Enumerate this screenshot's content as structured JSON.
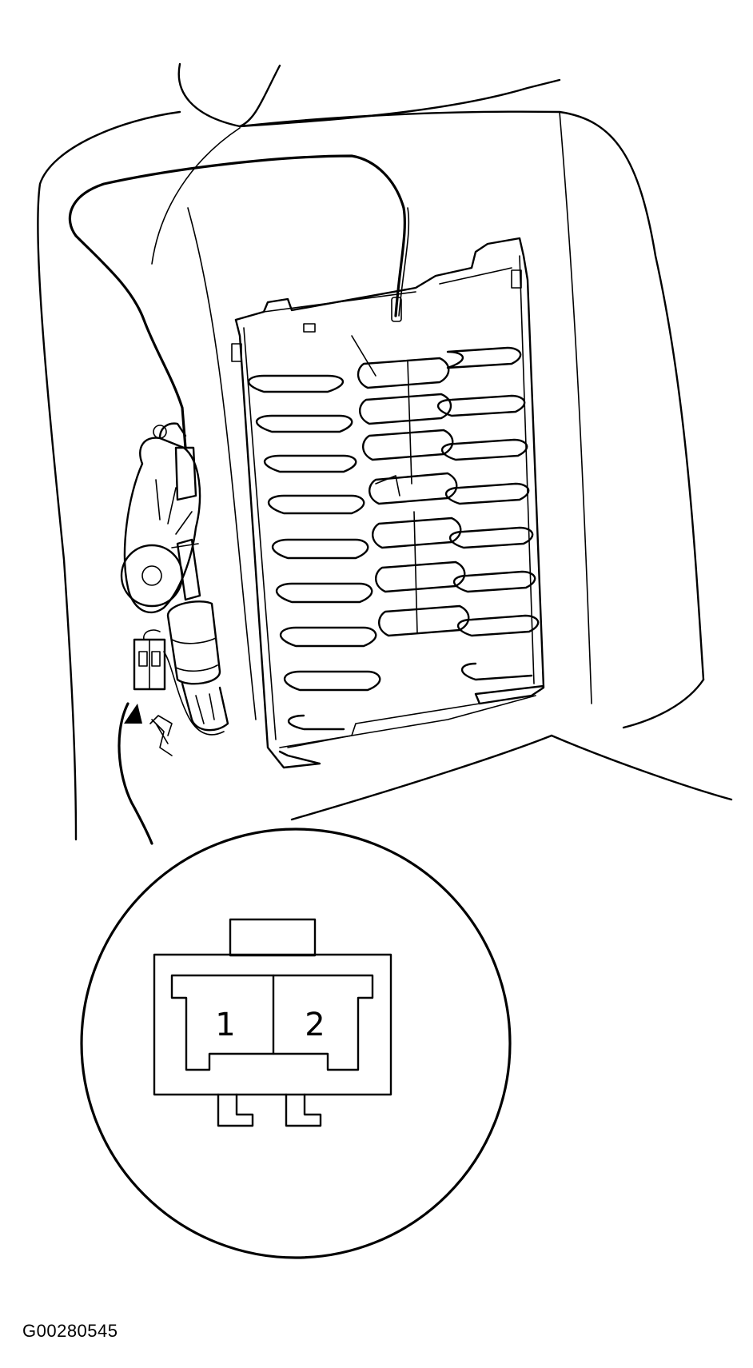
{
  "diagram": {
    "figure_id": "G00280545",
    "connector": {
      "pins": [
        {
          "label": "1"
        },
        {
          "label": "2"
        }
      ]
    }
  }
}
